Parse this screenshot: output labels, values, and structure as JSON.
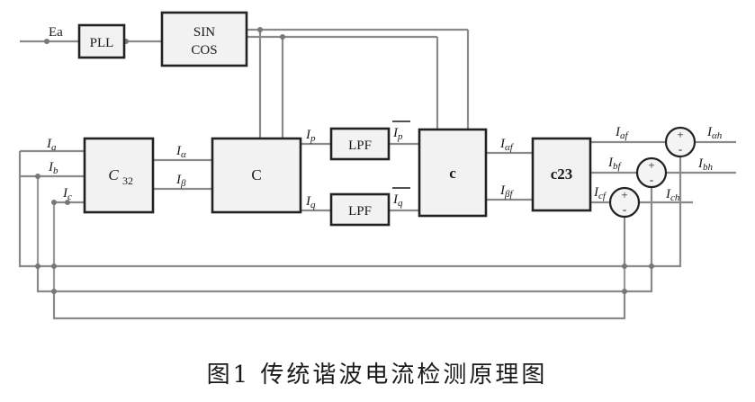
{
  "blocks": {
    "pll": "PLL",
    "sincos_line1": "SIN",
    "sincos_line2": "COS",
    "c32": "C",
    "c32_sub": "32",
    "c_transform": "C",
    "lpf_top": "LPF",
    "lpf_bottom": "LPF",
    "c_inverse": "c",
    "c23": "c23"
  },
  "signals": {
    "ea": "Ea",
    "ia": {
      "main": "I",
      "sub": "a"
    },
    "ib": {
      "main": "I",
      "sub": "b"
    },
    "ic": {
      "main": "I",
      "sub": "c"
    },
    "i_alpha": {
      "main": "I",
      "sub": "α"
    },
    "i_beta": {
      "main": "I",
      "sub": "β"
    },
    "ip": {
      "main": "I",
      "sub": "p"
    },
    "iq": {
      "main": "I",
      "sub": "q"
    },
    "ip_bar": {
      "main": "I",
      "sub": "p"
    },
    "iq_bar": {
      "main": "I",
      "sub": "q"
    },
    "i_alpha_f": {
      "main": "I",
      "sub": "αf"
    },
    "i_beta_f": {
      "main": "I",
      "sub": "βf"
    },
    "iaf": {
      "main": "I",
      "sub": "af"
    },
    "ibf": {
      "main": "I",
      "sub": "bf"
    },
    "icf": {
      "main": "I",
      "sub": "cf"
    },
    "iah": {
      "main": "I",
      "sub": "αh"
    },
    "ibh": {
      "main": "I",
      "sub": "bh"
    },
    "ich": {
      "main": "I",
      "sub": "ch"
    }
  },
  "summers": {
    "a_plus": "+",
    "a_minus": "-",
    "b_plus": "+",
    "b_minus": "-",
    "c_plus": "+",
    "c_minus": "-"
  },
  "caption": "图1   传统谐波电流检测原理图"
}
